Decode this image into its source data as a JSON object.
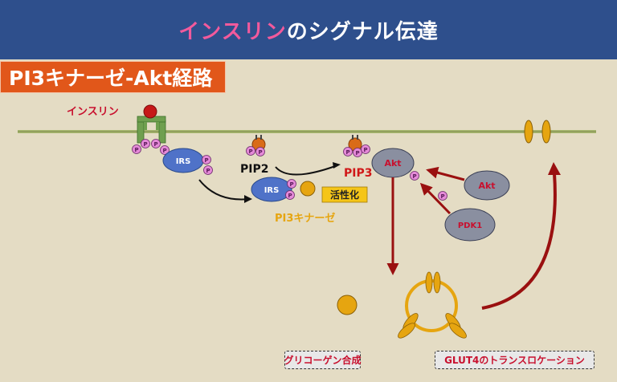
{
  "header": {
    "title_highlight": "インスリン",
    "title_rest": "のシグナル伝達"
  },
  "section": {
    "label": "PI3キナーゼ-Akt経路"
  },
  "labels": {
    "insulin": "インスリン",
    "irs": "IRS",
    "phospho": "P",
    "pip2": "PIP2",
    "pip3": "PIP3",
    "akt": "Akt",
    "pdk1": "PDK1",
    "activation": "活性化",
    "pi3k": "PI3キナーゼ"
  },
  "outcomes": {
    "glycogen": "グリコーゲン合成",
    "glut4": "GLUT4のトランスロケーション"
  },
  "colors": {
    "header_bg": "#2e4f8c",
    "title_pink": "#f25a9c",
    "section_bg": "#e1571a",
    "membrane": "#a8b870",
    "receptor": "#6f9f4f",
    "arrow": "#9a1010",
    "irs": "#4f72c8",
    "akt": "#8a8fa0",
    "gold": "#e6a510",
    "phospho": "#e58ad8"
  }
}
